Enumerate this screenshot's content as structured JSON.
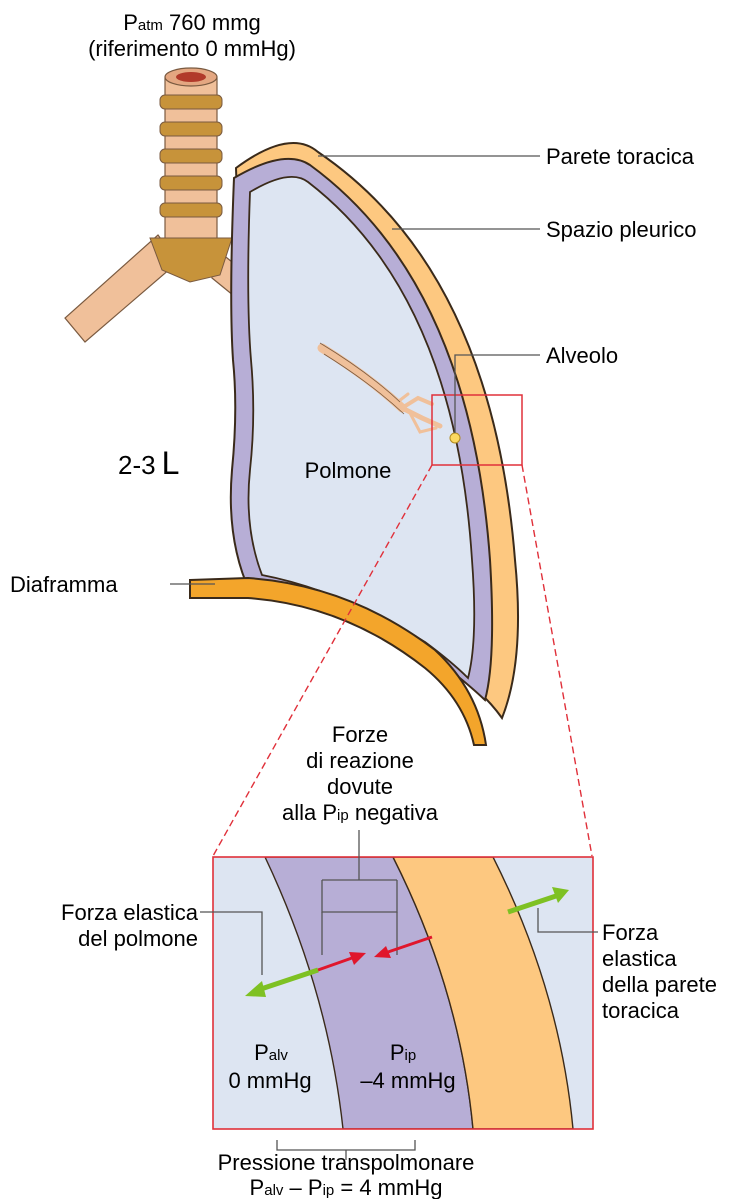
{
  "top": {
    "p_symbol": "P",
    "p_sub": "atm",
    "p_value": " 760 mmg",
    "reference": "(riferimento 0 mmHg)"
  },
  "labels": {
    "chest_wall": "Parete toracica",
    "pleural_space": "Spazio pleurico",
    "alveolus": "Alveolo",
    "lung": "Polmone",
    "diaphragm": "Diaframma",
    "volume_num": "2-3",
    "volume_unit": "L"
  },
  "inset": {
    "reaction_forces": [
      "Forze",
      "di reazione",
      "dovute"
    ],
    "reaction_forces_line4_pre": "alla P",
    "reaction_forces_line4_sub": "ip",
    "reaction_forces_line4_post": " negativa",
    "lung_elastic": [
      "Forza elastica",
      "del polmone"
    ],
    "wall_elastic": [
      "Forza",
      "elastica",
      "della parete",
      "toracica"
    ],
    "palv_symbol": "P",
    "palv_sub": "alv",
    "palv_value": "0 mmHg",
    "pip_symbol": "P",
    "pip_sub": "ip",
    "pip_value": "–4 mmHg",
    "transpulmonary_title": "Pressione transpolmonare",
    "tp_p1": "P",
    "tp_s1": "alv",
    "tp_minus": " – P",
    "tp_s2": "ip",
    "tp_result": " = 4 mmHg"
  },
  "colors": {
    "lung_fill": "#dde5f2",
    "pleura": "#b7aed6",
    "chest_wall": "#fdc880",
    "diaphragm": "#f3a52b",
    "trachea": "#f0c09a",
    "zoom_box": "#e0303a",
    "arrow_green": "#7ec123",
    "arrow_red": "#e0162c"
  }
}
